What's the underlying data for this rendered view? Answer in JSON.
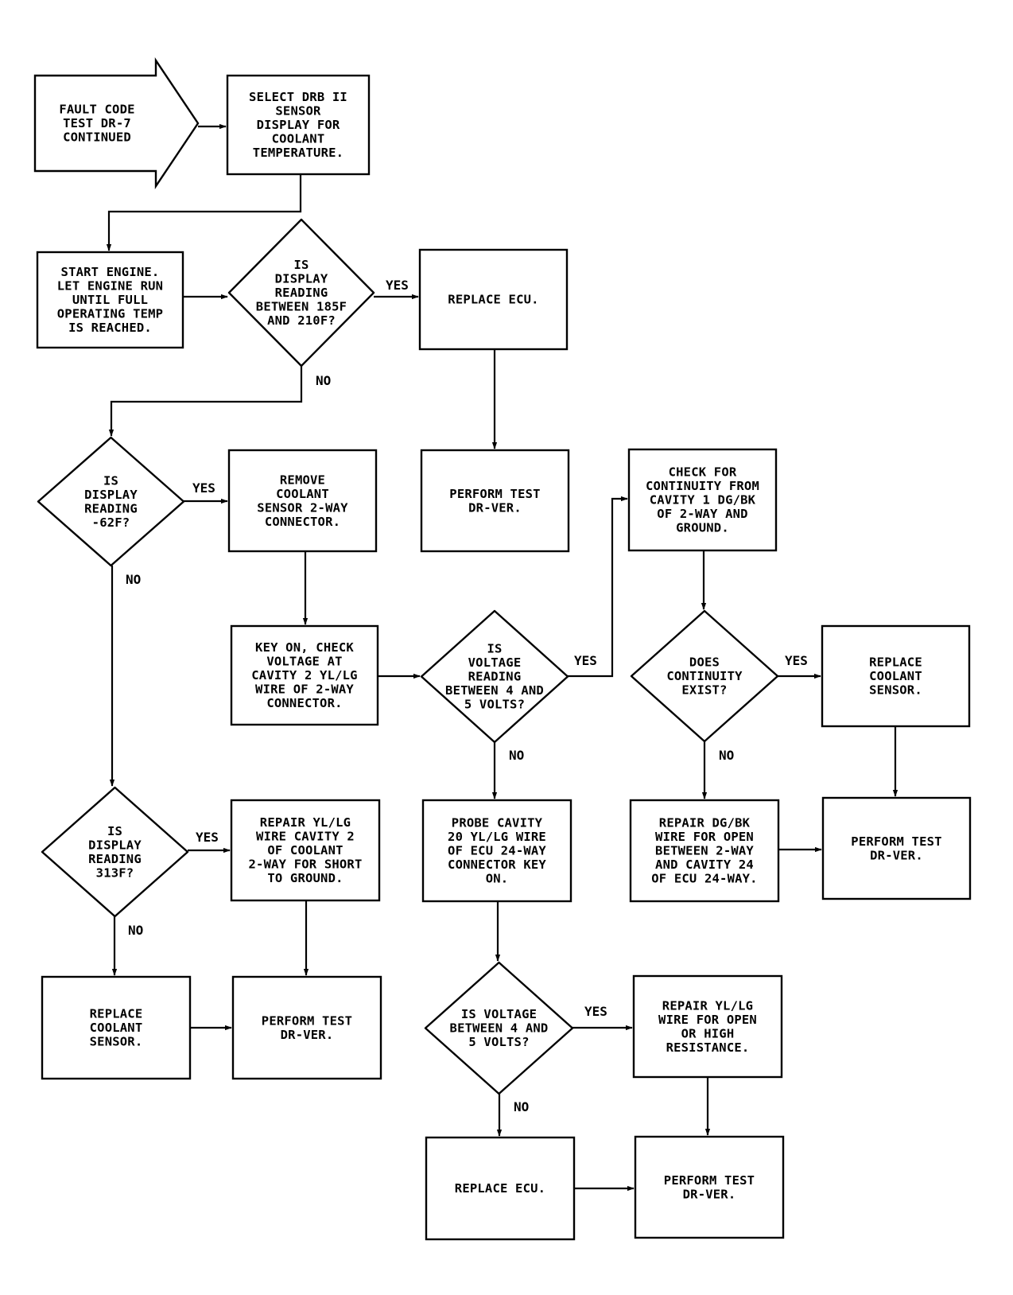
{
  "nodes": [
    {
      "id": "start",
      "shape": "arrow",
      "lines": [
        "FAULT CODE",
        "TEST DR-7",
        "CONTINUED"
      ]
    },
    {
      "id": "select",
      "shape": "box",
      "lines": [
        "SELECT DRB II",
        "SENSOR",
        "DISPLAY FOR",
        "COOLANT",
        "TEMPERATURE."
      ]
    },
    {
      "id": "engine",
      "shape": "box",
      "lines": [
        "START ENGINE.",
        "LET ENGINE RUN",
        "UNTIL FULL",
        "OPERATING TEMP",
        "IS REACHED."
      ]
    },
    {
      "id": "q185",
      "shape": "diamond",
      "lines": [
        "IS",
        "DISPLAY",
        "READING",
        "BETWEEN 185F",
        "AND 210F?"
      ]
    },
    {
      "id": "replace_ecu1",
      "shape": "box",
      "lines": [
        "REPLACE ECU."
      ]
    },
    {
      "id": "perform1",
      "shape": "box",
      "lines": [
        "PERFORM TEST",
        "DR-VER."
      ]
    },
    {
      "id": "q62",
      "shape": "diamond",
      "lines": [
        "IS",
        "DISPLAY",
        "READING",
        "-62F?"
      ]
    },
    {
      "id": "remove",
      "shape": "box",
      "lines": [
        "REMOVE",
        "COOLANT",
        "SENSOR 2-WAY",
        "CONNECTOR."
      ]
    },
    {
      "id": "keyon",
      "shape": "box",
      "lines": [
        "KEY ON, CHECK",
        "VOLTAGE AT",
        "CAVITY 2 YL/LG",
        "WIRE OF 2-WAY",
        "CONNECTOR."
      ]
    },
    {
      "id": "qvolt1",
      "shape": "diamond",
      "lines": [
        "IS",
        "VOLTAGE",
        "READING",
        "BETWEEN 4 AND",
        "5 VOLTS?"
      ]
    },
    {
      "id": "checkcont",
      "shape": "box",
      "lines": [
        "CHECK FOR",
        "CONTINUITY FROM",
        "CAVITY 1 DG/BK",
        "OF 2-WAY AND",
        "GROUND."
      ]
    },
    {
      "id": "qcont",
      "shape": "diamond",
      "lines": [
        "DOES",
        "CONTINUITY",
        "EXIST?"
      ]
    },
    {
      "id": "replace_sensor2",
      "shape": "box",
      "lines": [
        "REPLACE",
        "COOLANT",
        "SENSOR."
      ]
    },
    {
      "id": "q313",
      "shape": "diamond",
      "lines": [
        "IS",
        "DISPLAY",
        "READING",
        "313F?"
      ]
    },
    {
      "id": "repair_short",
      "shape": "box",
      "lines": [
        "REPAIR YL/LG",
        "WIRE CAVITY 2",
        "OF COOLANT",
        "2-WAY FOR SHORT",
        "TO GROUND."
      ]
    },
    {
      "id": "probe",
      "shape": "box",
      "lines": [
        "PROBE CAVITY",
        "20 YL/LG WIRE",
        "OF ECU 24-WAY",
        "CONNECTOR KEY",
        "ON."
      ]
    },
    {
      "id": "repair_dg",
      "shape": "box",
      "lines": [
        "REPAIR DG/BK",
        "WIRE FOR OPEN",
        "BETWEEN 2-WAY",
        "AND CAVITY 24",
        "OF ECU 24-WAY."
      ]
    },
    {
      "id": "perform_dg",
      "shape": "box",
      "lines": [
        "PERFORM TEST",
        "DR-VER."
      ]
    },
    {
      "id": "replace_sensor1",
      "shape": "box",
      "lines": [
        "REPLACE",
        "COOLANT",
        "SENSOR."
      ]
    },
    {
      "id": "perform_short",
      "shape": "box",
      "lines": [
        "PERFORM TEST",
        "DR-VER."
      ]
    },
    {
      "id": "qvolt2",
      "shape": "diamond",
      "lines": [
        "IS VOLTAGE",
        "BETWEEN 4 AND",
        "5 VOLTS?"
      ]
    },
    {
      "id": "repair_open",
      "shape": "box",
      "lines": [
        "REPAIR YL/LG",
        "WIRE FOR OPEN",
        "OR HIGH",
        "RESISTANCE."
      ]
    },
    {
      "id": "replace_ecu2",
      "shape": "box",
      "lines": [
        "REPLACE ECU."
      ]
    },
    {
      "id": "perform_last",
      "shape": "box",
      "lines": [
        "PERFORM TEST",
        "DR-VER."
      ]
    }
  ],
  "edges": [
    {
      "from": "start",
      "to": "select",
      "label": ""
    },
    {
      "from": "select",
      "to": "engine",
      "label": ""
    },
    {
      "from": "engine",
      "to": "q185",
      "label": ""
    },
    {
      "from": "q185",
      "to": "replace_ecu1",
      "label": "YES"
    },
    {
      "from": "q185",
      "to": "q62",
      "label": "NO"
    },
    {
      "from": "replace_ecu1",
      "to": "perform1",
      "label": ""
    },
    {
      "from": "q62",
      "to": "remove",
      "label": "YES"
    },
    {
      "from": "q62",
      "to": "q313",
      "label": "NO"
    },
    {
      "from": "remove",
      "to": "keyon",
      "label": ""
    },
    {
      "from": "keyon",
      "to": "qvolt1",
      "label": ""
    },
    {
      "from": "qvolt1",
      "to": "checkcont",
      "label": "YES"
    },
    {
      "from": "qvolt1",
      "to": "probe",
      "label": "NO"
    },
    {
      "from": "checkcont",
      "to": "qcont",
      "label": ""
    },
    {
      "from": "qcont",
      "to": "replace_sensor2",
      "label": "YES"
    },
    {
      "from": "qcont",
      "to": "repair_dg",
      "label": "NO"
    },
    {
      "from": "replace_sensor2",
      "to": "perform_dg",
      "label": ""
    },
    {
      "from": "repair_dg",
      "to": "perform_dg",
      "label": ""
    },
    {
      "from": "q313",
      "to": "repair_short",
      "label": "YES"
    },
    {
      "from": "q313",
      "to": "replace_sensor1",
      "label": "NO"
    },
    {
      "from": "repair_short",
      "to": "perform_short",
      "label": ""
    },
    {
      "from": "replace_sensor1",
      "to": "perform_short",
      "label": ""
    },
    {
      "from": "probe",
      "to": "qvolt2",
      "label": ""
    },
    {
      "from": "qvolt2",
      "to": "repair_open",
      "label": "YES"
    },
    {
      "from": "qvolt2",
      "to": "replace_ecu2",
      "label": "NO"
    },
    {
      "from": "repair_open",
      "to": "perform_last",
      "label": ""
    },
    {
      "from": "replace_ecu2",
      "to": "perform_last",
      "label": ""
    }
  ]
}
